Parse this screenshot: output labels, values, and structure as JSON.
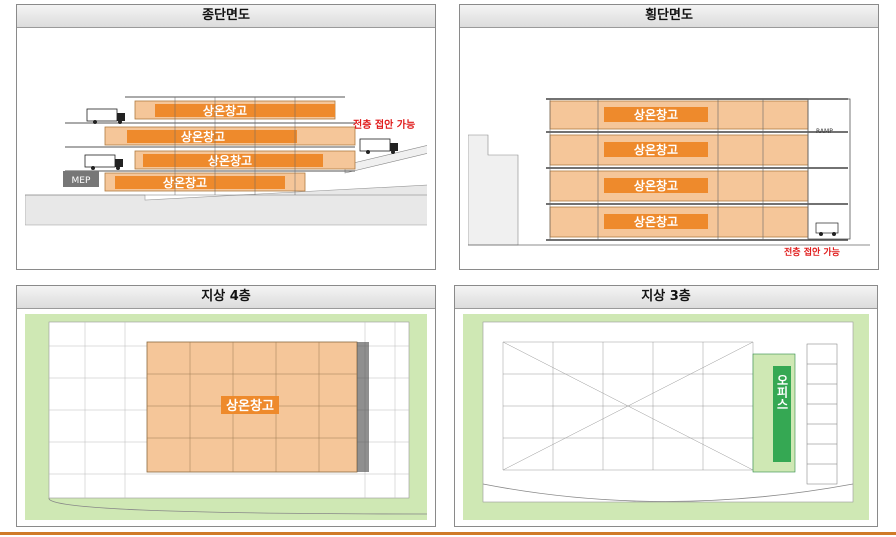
{
  "panels": {
    "longitudinal": {
      "title": "종단면도",
      "floor_label": "상온창고",
      "access_note": "전층 접안 가능",
      "mep_label": "MEP"
    },
    "cross": {
      "title": "횡단면도",
      "floor_label": "상온창고",
      "access_note": "전층 접안 가능",
      "ramp_label": "RAMP"
    },
    "floor4": {
      "title": "지상 4층",
      "zone_label": "상온창고"
    },
    "floor3": {
      "title": "지상 3층",
      "office_label": "오피스"
    }
  },
  "colors": {
    "warehouse": "#f5c699",
    "warehouse_label": "#ee8a2c",
    "office": "#35a853",
    "site_green": "#cfe8b4",
    "access_note": "#e01b1b",
    "accent_line": "#d07a28"
  }
}
